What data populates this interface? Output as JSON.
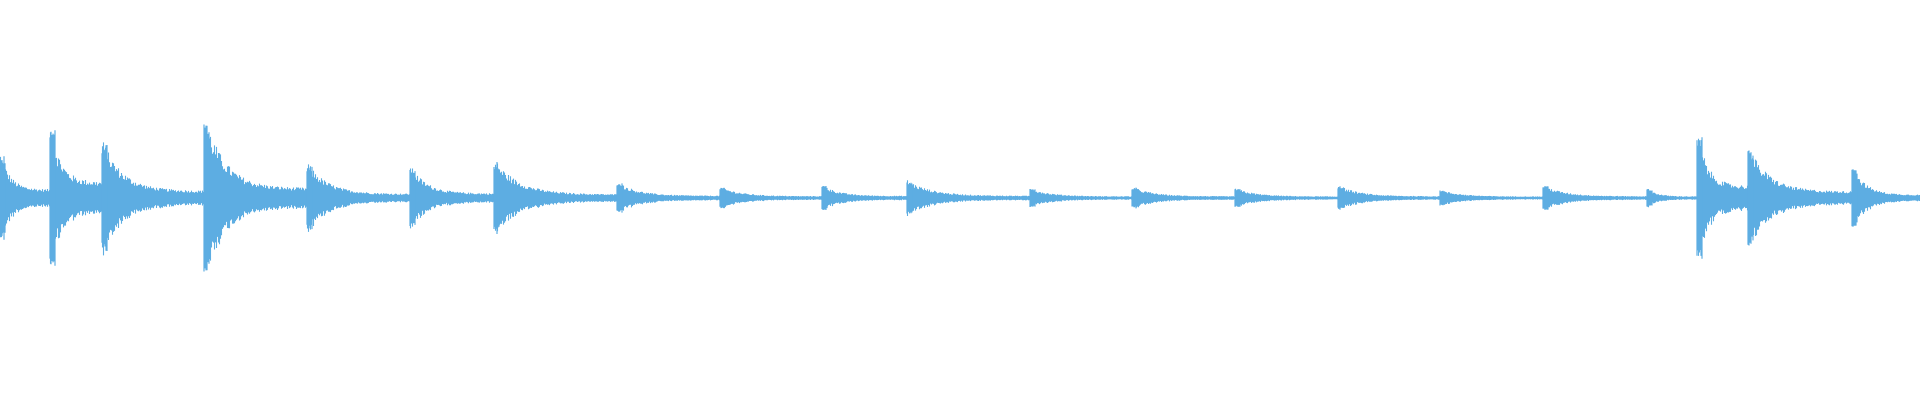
{
  "waveform": {
    "color": "#5dade2",
    "background": "#ffffff",
    "duration_s": 19.2,
    "onsets": [
      {
        "t": 0.0,
        "amp": 0.28,
        "decay": 0.8,
        "floor": 0.16
      },
      {
        "t": 0.5,
        "amp": 0.46,
        "decay": 0.9,
        "floor": 0.2
      },
      {
        "t": 1.02,
        "amp": 0.36,
        "decay": 1.1,
        "floor": 0.1
      },
      {
        "t": 2.04,
        "amp": 0.52,
        "decay": 0.7,
        "floor": 0.1
      },
      {
        "t": 3.07,
        "amp": 0.22,
        "decay": 0.6,
        "floor": 0.08
      },
      {
        "t": 4.1,
        "amp": 0.2,
        "decay": 0.6,
        "floor": 0.1
      },
      {
        "t": 4.94,
        "amp": 0.24,
        "decay": 0.6,
        "floor": 0.06
      },
      {
        "t": 6.17,
        "amp": 0.1,
        "decay": 0.6,
        "floor": 0.06
      },
      {
        "t": 7.2,
        "amp": 0.07,
        "decay": 0.6,
        "floor": 0.05
      },
      {
        "t": 8.22,
        "amp": 0.08,
        "decay": 0.6,
        "floor": 0.06
      },
      {
        "t": 9.07,
        "amp": 0.11,
        "decay": 0.6,
        "floor": 0.05
      },
      {
        "t": 10.3,
        "amp": 0.06,
        "decay": 0.6,
        "floor": 0.04
      },
      {
        "t": 11.32,
        "amp": 0.07,
        "decay": 0.6,
        "floor": 0.04
      },
      {
        "t": 12.35,
        "amp": 0.06,
        "decay": 0.6,
        "floor": 0.03
      },
      {
        "t": 13.38,
        "amp": 0.08,
        "decay": 0.6,
        "floor": 0.04
      },
      {
        "t": 14.4,
        "amp": 0.05,
        "decay": 0.6,
        "floor": 0.03
      },
      {
        "t": 15.43,
        "amp": 0.08,
        "decay": 0.6,
        "floor": 0.04
      },
      {
        "t": 16.47,
        "amp": 0.06,
        "decay": 0.6,
        "floor": 0.03
      },
      {
        "t": 16.97,
        "amp": 0.42,
        "decay": 0.8,
        "floor": 0.16
      },
      {
        "t": 17.48,
        "amp": 0.32,
        "decay": 0.9,
        "floor": 0.1
      },
      {
        "t": 18.52,
        "amp": 0.2,
        "decay": 0.9,
        "floor": 0.06
      }
    ]
  }
}
